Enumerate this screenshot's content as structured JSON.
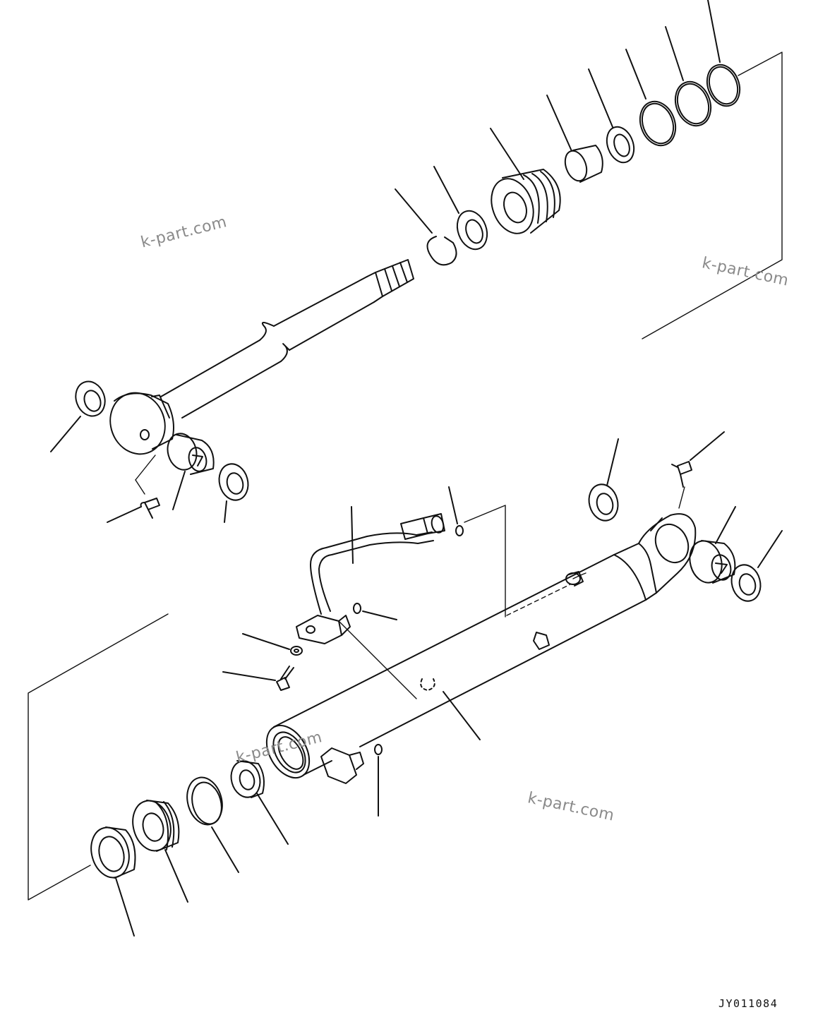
{
  "watermarks": [
    "k-part.com",
    "k-part.com",
    "k-part.com",
    "k-part.com"
  ],
  "drawing_code": "JY011084",
  "colors": {
    "line": "#111111",
    "watermark": "#8a8a8a",
    "background": "#ffffff"
  }
}
